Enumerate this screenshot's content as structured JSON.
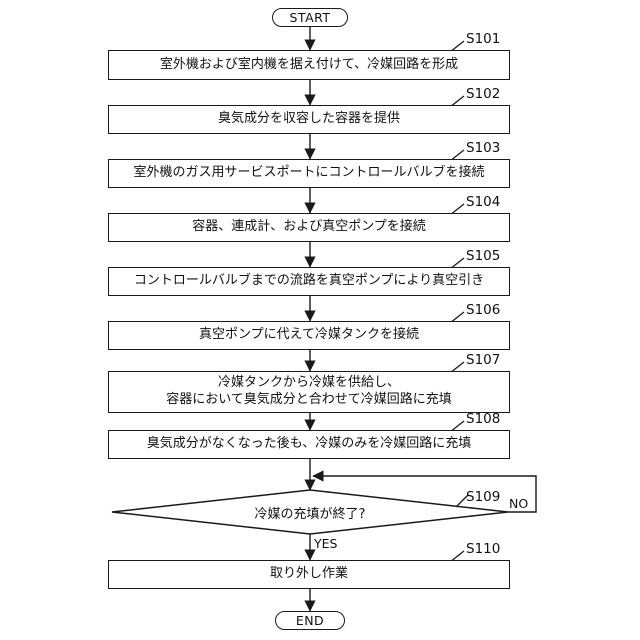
{
  "flowchart": {
    "start_label": "START",
    "end_label": "END",
    "colors": {
      "line": "#1a1a1a",
      "background": "#ffffff"
    },
    "steps": [
      {
        "id": "S101",
        "text": "室外機および室内機を据え付けて、冷媒回路を形成"
      },
      {
        "id": "S102",
        "text": "臭気成分を収容した容器を提供"
      },
      {
        "id": "S103",
        "text": "室外機のガス用サービスポートにコントロールバルブを接続"
      },
      {
        "id": "S104",
        "text": "容器、連成計、および真空ポンプを接続"
      },
      {
        "id": "S105",
        "text": "コントロールバルブまでの流路を真空ポンプにより真空引き"
      },
      {
        "id": "S106",
        "text": "真空ポンプに代えて冷媒タンクを接続"
      },
      {
        "id": "S107",
        "text": "冷媒タンクから冷媒を供給し、\n容器において臭気成分と合わせて冷媒回路に充填"
      },
      {
        "id": "S108",
        "text": "臭気成分がなくなった後も、冷媒のみを冷媒回路に充填"
      }
    ],
    "decision": {
      "id": "S109",
      "text": "冷媒の充填が終了?",
      "no_label": "NO",
      "yes_label": "YES"
    },
    "final_step": {
      "id": "S110",
      "text": "取り外し作業"
    }
  }
}
